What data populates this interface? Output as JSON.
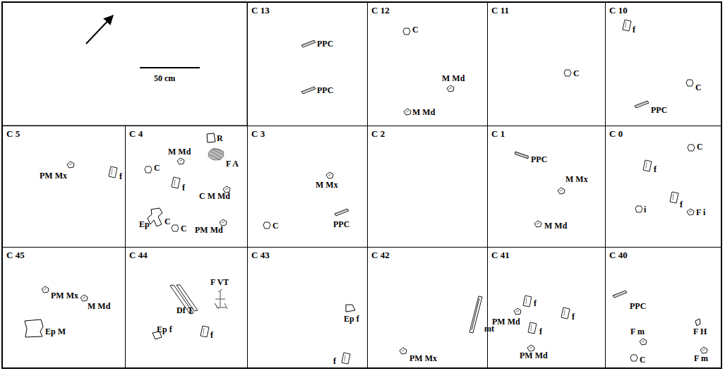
{
  "diagram": {
    "nodes": [
      {
        "text": [
          "C 13"
        ]
      },
      {
        "text": [
          "C 12"
        ]
      },
      {
        "text": [
          "C 11"
        ]
      },
      {
        "text": [
          "C 10"
        ]
      },
      {
        "text": [
          "C 5"
        ]
      },
      {
        "text": [
          "C 4"
        ]
      },
      {
        "text": [
          "C 3"
        ]
      },
      {
        "text": [
          "C 2"
        ]
      },
      {
        "text": [
          "C 1"
        ]
      },
      {
        "text": [
          "C 0"
        ]
      },
      {
        "text": [
          "C 45"
        ]
      },
      {
        "text": [
          "C 44"
        ]
      },
      {
        "text": [
          "C 43"
        ]
      },
      {
        "text": [
          "C 42"
        ]
      },
      {
        "text": [
          "C 41"
        ]
      },
      {
        "text": [
          "C 40"
        ]
      }
    ],
    "labels": [
      "50 cm",
      "PPC",
      "PPC",
      "C",
      "M Md",
      "M Md",
      "C",
      "f",
      "C",
      "PPC",
      "PM Mx",
      "f",
      "R",
      "M Md",
      "F A",
      "C",
      "f",
      "C M Md",
      "Ep",
      "C",
      "C",
      "PM Md",
      "M Mx",
      "C",
      "PPC",
      "PPC",
      "M Mx",
      "M Md",
      "C",
      "f",
      "f",
      "i",
      "F i",
      "PM Mx",
      "M Md",
      "Ep M",
      "F VT",
      "Df T",
      "Ep f",
      "f",
      "Ep f",
      "f",
      "mt",
      "PM Mx",
      "PM Md",
      "f",
      "f",
      "f",
      "PM Md",
      "PPC",
      "F m",
      "F H",
      "C",
      "F m"
    ]
  }
}
